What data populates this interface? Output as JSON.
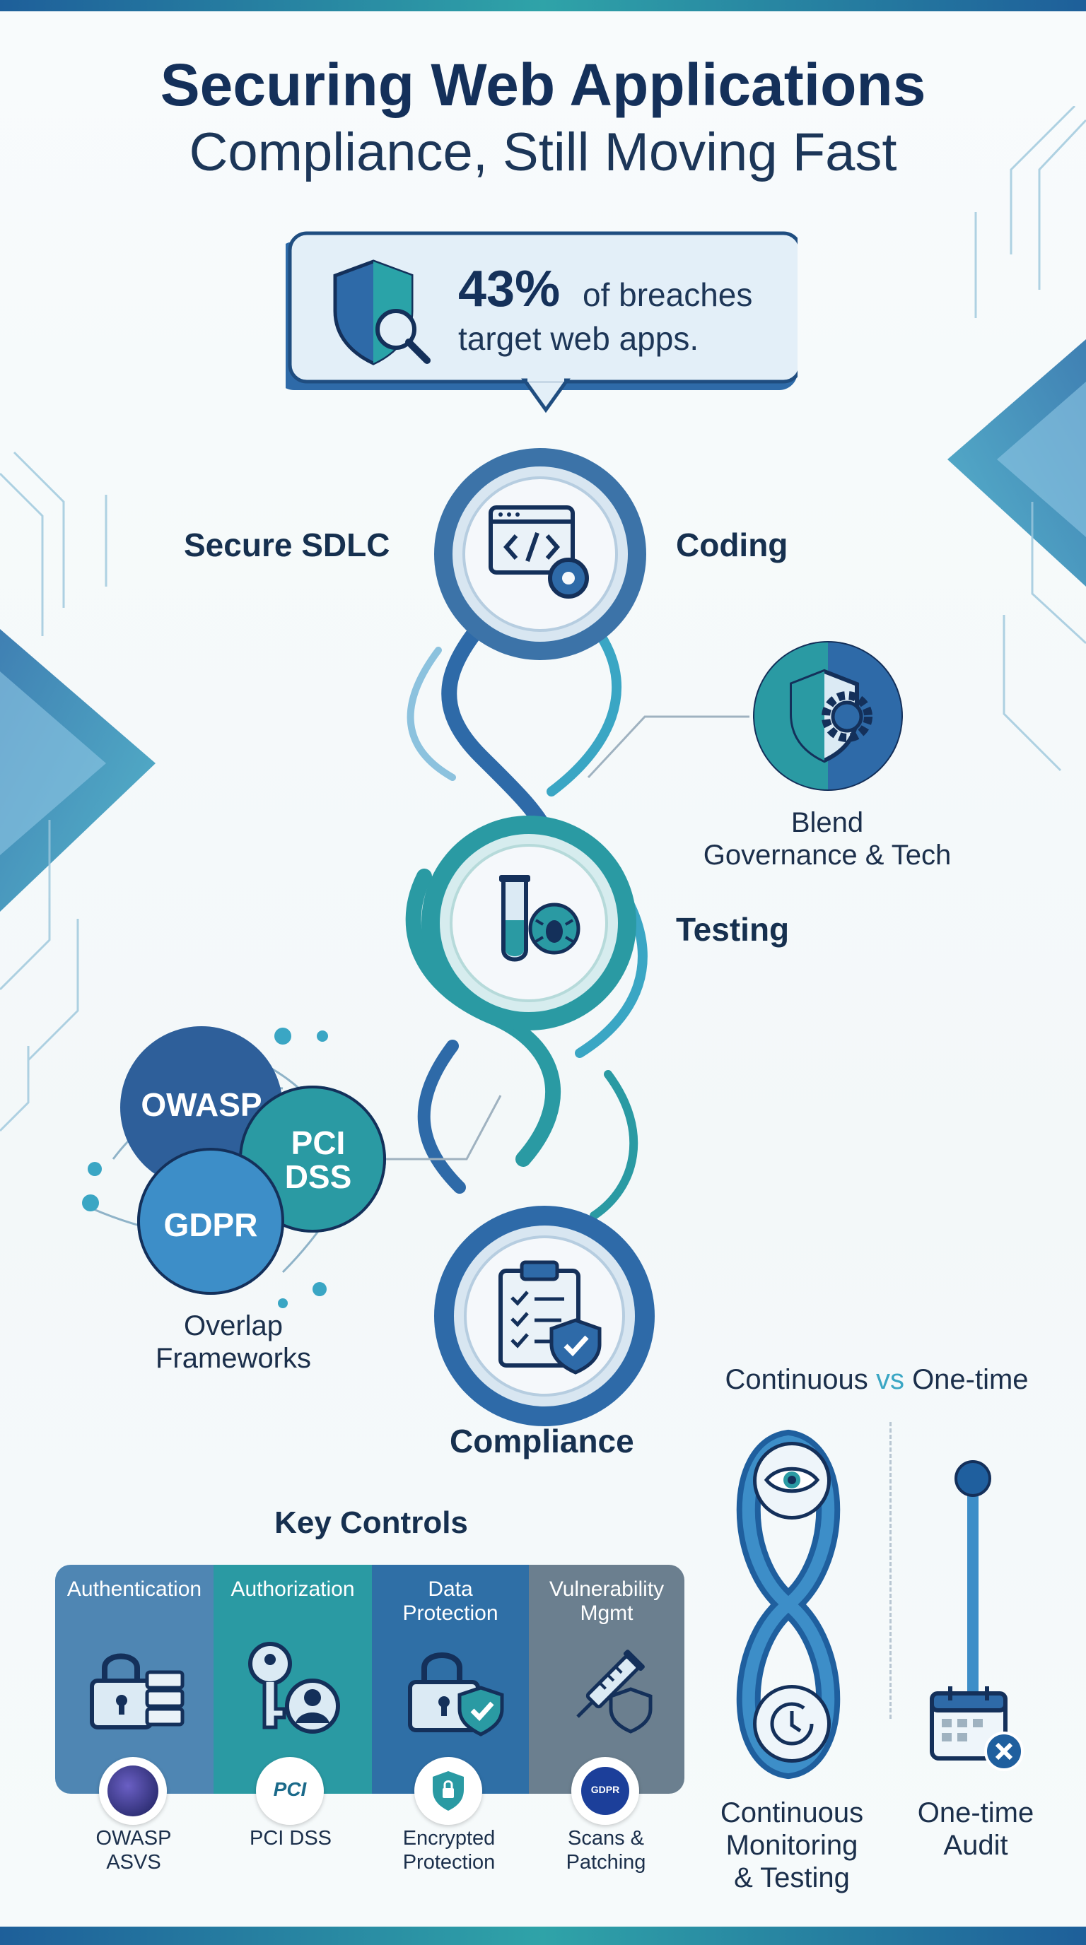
{
  "header": {
    "title": "Securing Web Applications",
    "subtitle": "Compliance, Still Moving Fast"
  },
  "callout": {
    "stat": "43%",
    "text_line1": "of breaches",
    "text_line2": "target web apps.",
    "icon": "shield-magnifier-icon"
  },
  "sdlc": {
    "label": "Secure SDLC",
    "steps": [
      {
        "label": "Coding",
        "icon": "code-window-gear-icon"
      },
      {
        "label": "Testing",
        "icon": "test-tube-bug-icon"
      },
      {
        "label": "Compliance",
        "icon": "clipboard-shield-check-icon"
      }
    ]
  },
  "blend": {
    "line1": "Blend",
    "line2": "Governance & Tech",
    "icon": "shield-gear-icon"
  },
  "frameworks": {
    "circles": [
      "OWASP",
      "PCI DSS",
      "GDPR"
    ],
    "pci_line1": "PCI",
    "pci_line2": "DSS",
    "caption_line1": "Overlap",
    "caption_line2": "Frameworks"
  },
  "key_controls": {
    "title": "Key Controls",
    "cards": [
      {
        "title": "Authentication",
        "sub_line1": "OWASP",
        "sub_line2": "ASVS",
        "color": "#4f86b3",
        "icon": "padlock-server-icon",
        "badge": "owasp-logo-icon"
      },
      {
        "title": "Authorization",
        "sub_line1": "PCI DSS",
        "sub_line2": "",
        "color": "#2a9aa3",
        "icon": "key-user-icon",
        "badge": "pci-logo-icon",
        "badge_text": "PCI"
      },
      {
        "title": "Data Protection",
        "title_line1": "Data",
        "title_line2": "Protection",
        "sub_line1": "Encrypted",
        "sub_line2": "Protection",
        "color": "#2f6fa6",
        "icon": "padlock-shield-check-icon",
        "badge": "shield-lock-icon"
      },
      {
        "title": "Vulnerability Mgmt",
        "title_line1": "Vulnerability",
        "title_line2": "Mgmt",
        "sub_line1": "Scans &",
        "sub_line2": "Patching",
        "color": "#6b7f8f",
        "icon": "syringe-shield-icon",
        "badge": "gdpr-logo-icon",
        "badge_text": "GDPR"
      }
    ]
  },
  "comparison": {
    "title_a": "Continuous",
    "title_vs": "vs",
    "title_b": "One-time",
    "continuous_line1": "Continuous",
    "continuous_line2": "Monitoring",
    "continuous_line3": "& Testing",
    "onetime_line1": "One-time",
    "onetime_line2": "Audit",
    "icons": [
      "eye-icon",
      "clock-refresh-icon",
      "calendar-x-icon"
    ]
  },
  "colors": {
    "navy": "#14305a",
    "blue": "#2f6fa6",
    "teal": "#2a9aa3",
    "light_blue": "#dbeaf4"
  }
}
